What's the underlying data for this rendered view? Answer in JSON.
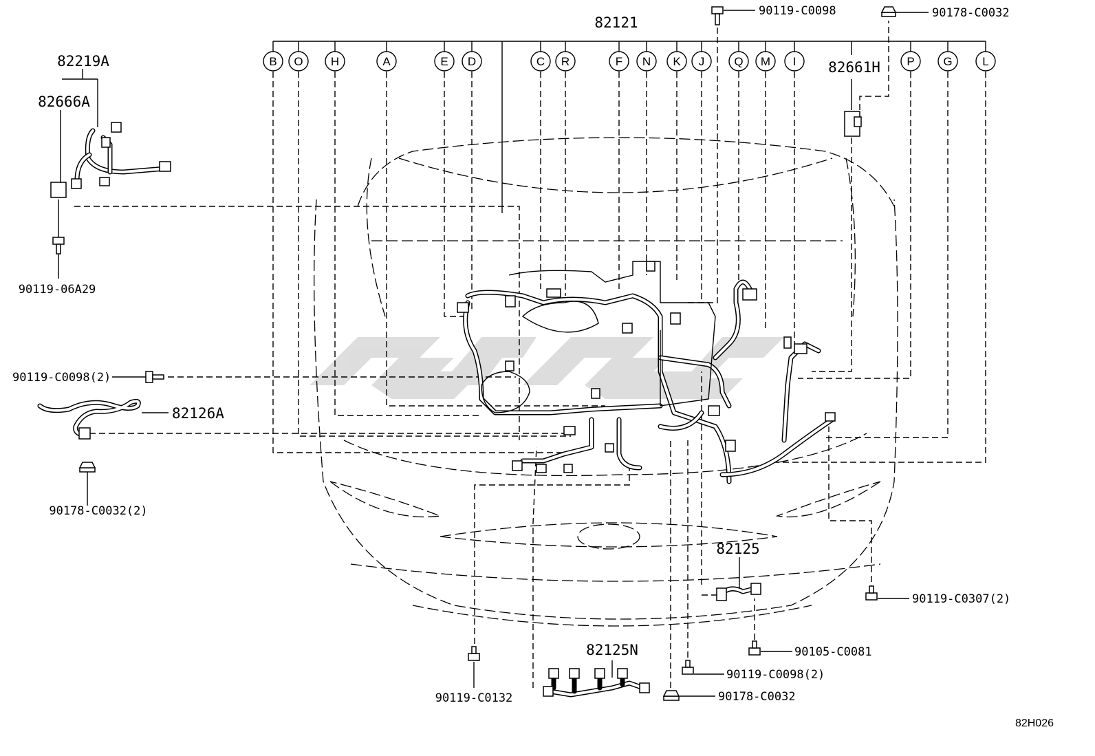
{
  "diagram": {
    "main_part": "82121",
    "part_82219A": "82219A",
    "part_82666A": "82666A",
    "part_82661H": "82661H",
    "part_82126A": "82126A",
    "part_82125": "82125",
    "part_82125N": "82125N",
    "bolt_top_left": "90119-C0098",
    "clip_top_right": "90178-C0032",
    "bolt_06A29": "90119-06A29",
    "bolt_left_c0098": "90119-C0098(2)",
    "clip_left_c0032": "90178-C0032(2)",
    "bolt_c0307": "90119-C0307(2)",
    "bolt_c0081": "90105-C0081",
    "bolt_bottom_c0098": "90119-C0098(2)",
    "clip_bottom_c0032": "90178-C0032",
    "bolt_c0132": "90119-C0132",
    "ref_code": "82H026",
    "callouts": [
      "B",
      "O",
      "H",
      "A",
      "E",
      "D",
      "C",
      "R",
      "F",
      "N",
      "K",
      "J",
      "Q",
      "M",
      "I",
      "P",
      "G",
      "L"
    ]
  }
}
